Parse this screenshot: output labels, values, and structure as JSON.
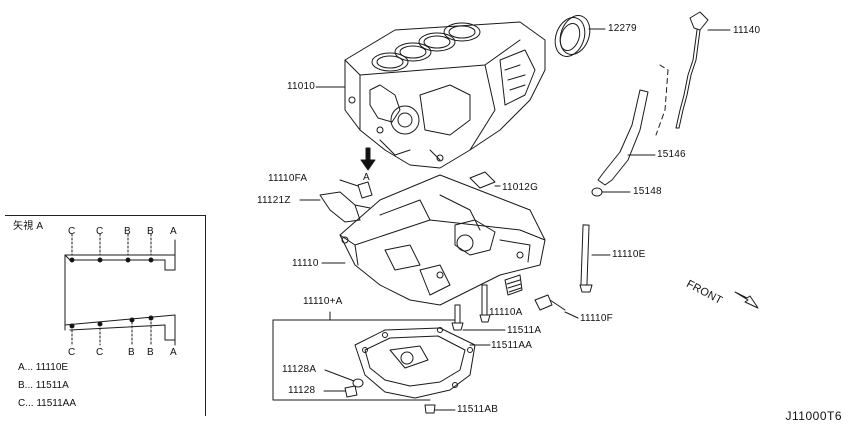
{
  "parts": {
    "oil_seal": "12279",
    "dipstick": "11140",
    "cylinder_block": "11010",
    "dipstick_guide": "15146",
    "o_ring": "15148",
    "plug_fa": "11110FA",
    "label_11012g": "11012G",
    "strainer": "11121Z",
    "bolt_e": "11110E",
    "lower_block": "11110",
    "bolt_a": "11110A",
    "bolt_f": "11110F",
    "oil_pan_assy": "11110+A",
    "bolt_511a": "11511A",
    "bolt_511aa": "11511AA",
    "drain_washer": "11128A",
    "drain_plug": "11128",
    "bolt_511ab": "11511AB"
  },
  "view_arrow_label": "A",
  "front_label": "FRONT",
  "inset": {
    "title": "矢視 A",
    "top_letters": [
      "C",
      "C",
      "B",
      "B",
      "A"
    ],
    "bottom_letters": [
      "C",
      "C",
      "B",
      "B",
      "A"
    ],
    "legend": [
      {
        "key": "A",
        "dots": "...",
        "value": "11110E"
      },
      {
        "key": "B",
        "dots": "...",
        "value": "11511A"
      },
      {
        "key": "C",
        "dots": "...",
        "value": "11511AA"
      }
    ]
  },
  "diagram_code": "J11000T6"
}
